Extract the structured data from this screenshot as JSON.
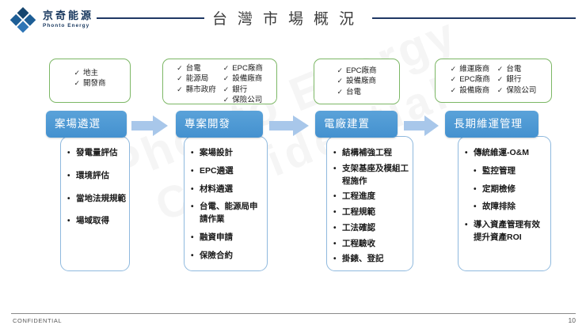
{
  "slide": {
    "brand": {
      "name_zh": "京奇能源",
      "name_en": "Phonto Energy"
    },
    "title": "台灣市場概況",
    "watermark": {
      "line1": "Phonto Energy",
      "line2": "Confidential"
    },
    "footer": {
      "label": "CONFIDENTIAL",
      "page": "10"
    }
  },
  "colors": {
    "navy": "#1f3864",
    "header_blue": "#4491cf",
    "arrow_blue": "#a8c7ea",
    "card_border": "#8fb9de",
    "green_border": "#7cb765"
  },
  "columns": [
    {
      "header": "案場遴選",
      "stakeholders": {
        "col1": [
          "地主",
          "開發商"
        ]
      },
      "items": [
        {
          "t": "發電量評估",
          "lvl": 1
        },
        {
          "t": "環境評估",
          "lvl": 1
        },
        {
          "t": "當地法規規範",
          "lvl": 1
        },
        {
          "t": "場域取得",
          "lvl": 1
        }
      ]
    },
    {
      "header": "專案開發",
      "stakeholders": {
        "col1": [
          "台電",
          "能源局",
          "縣市政府"
        ],
        "col2": [
          "EPC廠商",
          "設備廠商",
          "銀行",
          "保險公司"
        ]
      },
      "items": [
        {
          "t": "案場設計",
          "lvl": 1
        },
        {
          "t": "EPC遴選",
          "lvl": 1
        },
        {
          "t": "材料遴選",
          "lvl": 1
        },
        {
          "t": "台電、能源局申請作業",
          "lvl": 1
        },
        {
          "t": "融資申請",
          "lvl": 1
        },
        {
          "t": "保險合約",
          "lvl": 1
        }
      ]
    },
    {
      "header": "電廠建置",
      "stakeholders": {
        "col1": [
          "EPC廠商",
          "設備廠商",
          "台電"
        ]
      },
      "items": [
        {
          "t": "結構補強工程",
          "lvl": 1
        },
        {
          "t": "支架基座及模組工程施作",
          "lvl": 1
        },
        {
          "t": "工程進度",
          "lvl": 1
        },
        {
          "t": "工程規範",
          "lvl": 1
        },
        {
          "t": "工法確認",
          "lvl": 1
        },
        {
          "t": "工程驗收",
          "lvl": 1
        },
        {
          "t": "掛錶、登記",
          "lvl": 1
        }
      ]
    },
    {
      "header": "長期維運管理",
      "stakeholders": {
        "col1": [
          "維運廠商",
          "EPC廠商",
          "設備廠商"
        ],
        "col2": [
          "台電",
          "銀行",
          "保險公司"
        ]
      },
      "items": [
        {
          "t": "傳統維運-O&M",
          "lvl": 1
        },
        {
          "t": "監控管理",
          "lvl": 2
        },
        {
          "t": "定期檢修",
          "lvl": 2
        },
        {
          "t": "故障排除",
          "lvl": 2
        },
        {
          "t": "導入資產管理有效提升資產ROI",
          "lvl": 1
        }
      ]
    }
  ]
}
